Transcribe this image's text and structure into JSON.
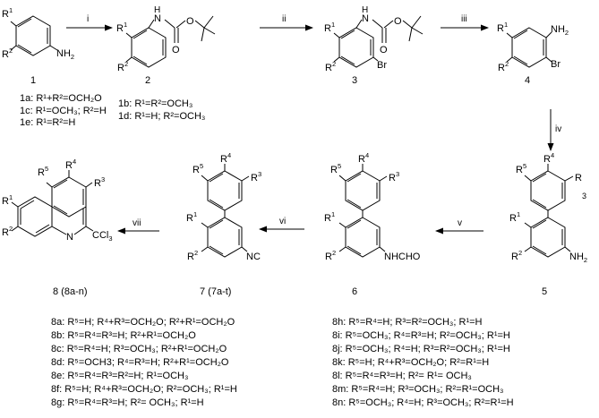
{
  "steps": {
    "i": "i",
    "ii": "ii",
    "iii": "iii",
    "iv": "iv",
    "v": "v",
    "vi": "vi",
    "vii": "vii"
  },
  "compound_labels": {
    "c1": "1",
    "c2": "2",
    "c3": "3",
    "c4": "4",
    "c5": "5",
    "c6": "6",
    "c7": "7 (7a-t)",
    "c8": "8 (8a-n)"
  },
  "atom_labels": {
    "R1": "R",
    "R2": "R",
    "R3": "R",
    "R4": "R",
    "R5": "R",
    "sup1": "1",
    "sup2": "2",
    "sup3": "3",
    "sup4": "4",
    "sup5": "5",
    "NH2": "NH",
    "NH2_sub": "2",
    "NH": "NH",
    "H": "H",
    "O": "O",
    "Br": "Br",
    "NC": "NC",
    "NHCHO": "NHCHO",
    "N": "N",
    "CCl3": "CCl",
    "CCl3_sub": "3"
  },
  "substituents_1": [
    "1a: R¹+R²=OCH₂O",
    "1c: R¹=OCH₃; R²=H",
    "1e: R¹=R²=H"
  ],
  "substituents_1b": [
    "1b: R¹=R²=OCH₃",
    "1d: R¹=H; R²=OCH₃"
  ],
  "products_left": [
    "8a: R⁵=H; R⁴+R³=OCH₂O; R²+R¹=OCH₂O",
    "8b: R⁵=R⁴=R³=H; R²+R¹=OCH₂O",
    "8c: R⁵=R⁴=H; R³=OCH₃; R²+R¹=OCH₂O",
    "8d: R⁵=OCH3; R⁴=R³=H; R²+R¹=OCH₂O",
    "8e: R⁵=R⁴=R³=R²=H; R¹=OCH₃",
    "8f: R⁵=H; R⁴+R³=OCH₂O; R²=OCH₃; R¹=H",
    "8g: R⁵=R⁴=R³=H; R²= OCH₃; R¹=H"
  ],
  "products_right": [
    "8h: R⁵=R⁴=H; R³=R²=OCH₃; R¹=H",
    "8i: R⁵=OCH₃; R⁴=R³=H; R²=OCH₃; R¹=H",
    "8j: R⁵=OCH₃; R⁴=H; R³=R²=OCH₃; R¹=H",
    "8k: R⁵=H; R⁴+R³=OCH₂O; R²=R¹=H",
    "8l: R⁵=R⁴=R³=H; R²= R¹= OCH₃",
    "8m: R⁵=R⁴=H; R³=OCH₃; R²=R¹=OCH₃",
    "8n: R⁵=OCH₃; R⁴=H; R³=OCH₃; R²=R¹=H"
  ]
}
